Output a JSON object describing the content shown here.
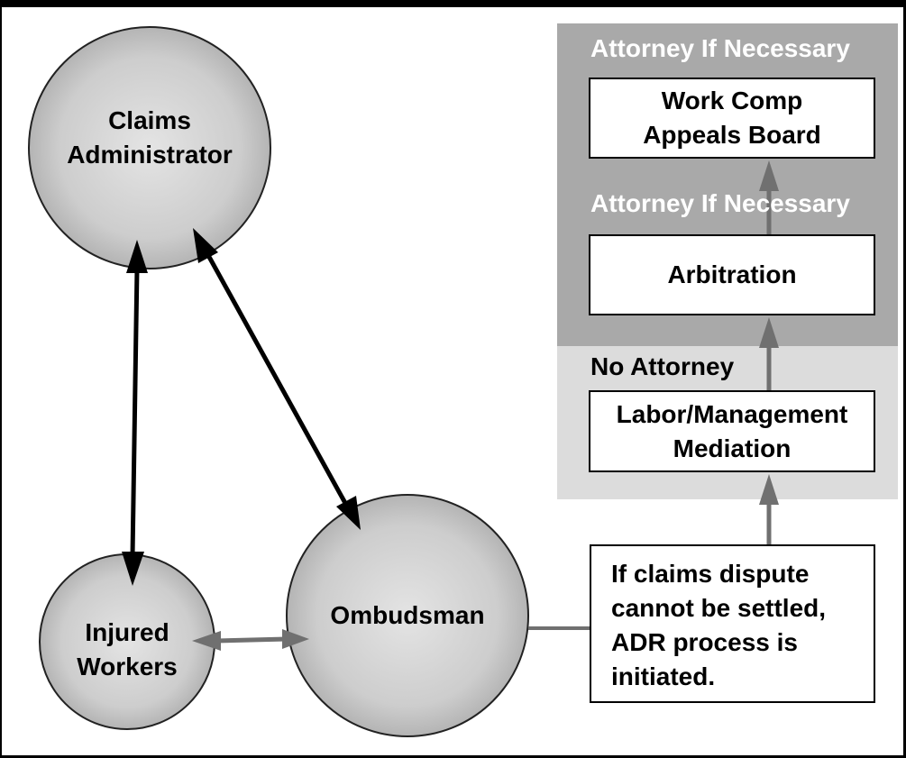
{
  "zones": {
    "attorney_top": "Attorney If Necessary",
    "attorney_mid": "Attorney If Necessary",
    "no_attorney": "No Attorney"
  },
  "boxes": {
    "appeals_board": "Work Comp\nAppeals Board",
    "arbitration": "Arbitration",
    "mediation": "Labor/Management\nMediation",
    "adr_note": "If claims dispute\ncannot be settled,\nADR process is\ninitiated."
  },
  "nodes": {
    "claims_administrator": "Claims\nAdministrator",
    "injured_workers": "Injured\nWorkers",
    "ombudsman": "Ombudsman"
  },
  "colors": {
    "dark_zone": "#a9a9a9",
    "light_zone": "#dcdcdc",
    "circle_fill": "#c8c8c8",
    "gray_arrow": "#707070"
  }
}
